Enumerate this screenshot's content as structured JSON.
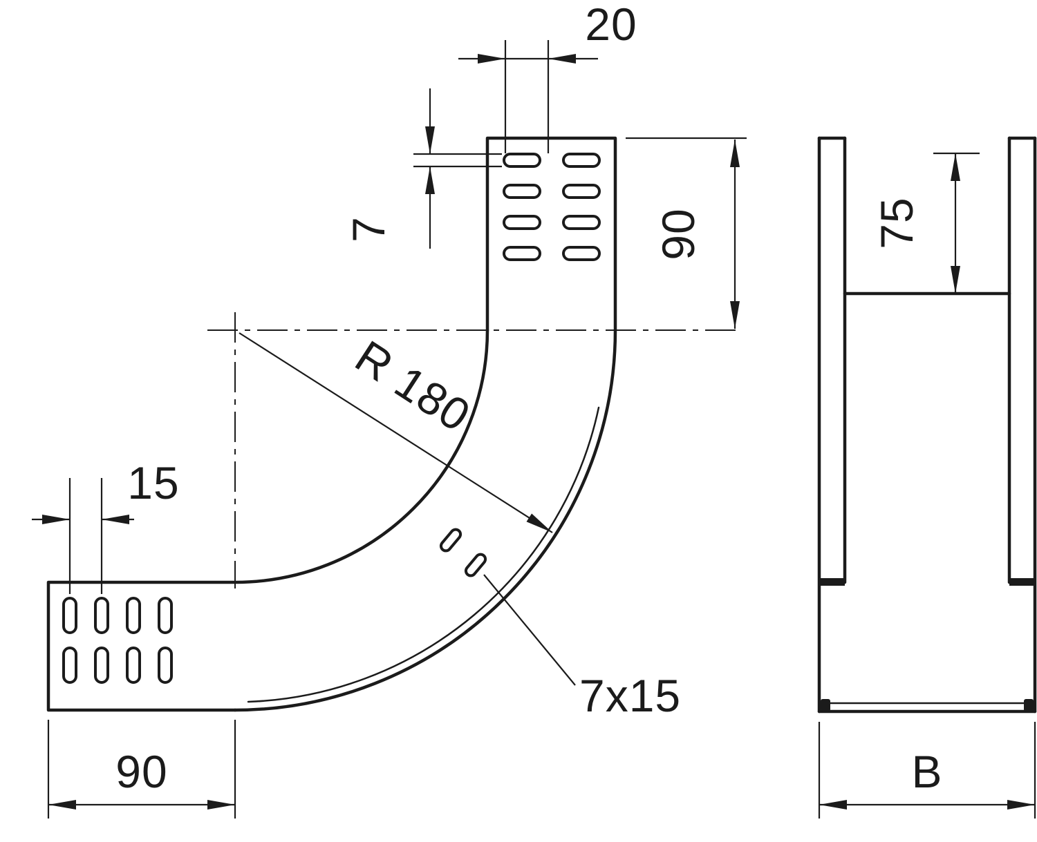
{
  "drawing": {
    "type": "technical-drawing",
    "component": "90 degree vertical bend with perforated flanges, two views",
    "colors": {
      "line": "#1b1b1b",
      "background": "#ffffff"
    },
    "front_view": {
      "dim_top_slot_pitch": "20",
      "dim_slot_width": "7",
      "dim_arm_height": "90",
      "dim_bend_radius": "R 180",
      "dim_left_slot_pitch": "15",
      "dim_arm_width": "90",
      "dim_slot_size": "7x15"
    },
    "side_view": {
      "dim_side_height": "75",
      "dim_width": "B"
    }
  }
}
